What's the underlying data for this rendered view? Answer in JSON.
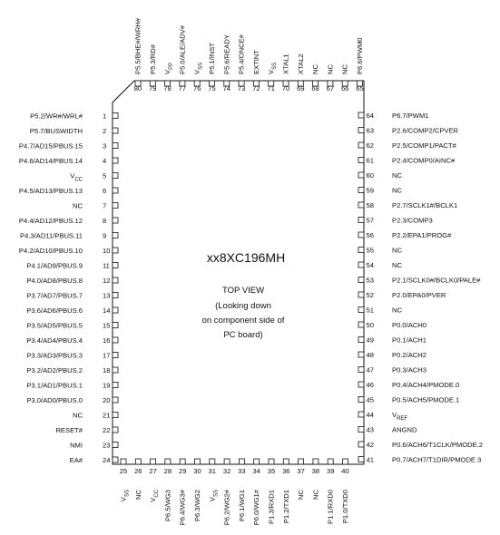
{
  "chip": {
    "part_name": "xx8XC196MH",
    "view_lines": [
      "TOP VIEW",
      "(Looking down",
      "on component side of",
      "PC board)"
    ]
  },
  "pins": {
    "left": [
      {
        "num": "1",
        "label": "P5.2/WR#/WRL#"
      },
      {
        "num": "2",
        "label": "P5.7/BUSWIDTH"
      },
      {
        "num": "3",
        "label": "P4.7/AD15/PBUS.15"
      },
      {
        "num": "4",
        "label": "P4.6/AD14/PBUS.14"
      },
      {
        "num": "5",
        "label": "VCC"
      },
      {
        "num": "6",
        "label": "P4.5/AD13/PBUS.13"
      },
      {
        "num": "7",
        "label": "NC"
      },
      {
        "num": "8",
        "label": "P4.4/AD12/PBUS.12"
      },
      {
        "num": "9",
        "label": "P4.3/AD11/PBUS.11"
      },
      {
        "num": "10",
        "label": "P4.2/AD10/PBUS.10"
      },
      {
        "num": "11",
        "label": "P4.1/AD9/PBUS.9"
      },
      {
        "num": "12",
        "label": "P4.0/AD8/PBUS.8"
      },
      {
        "num": "13",
        "label": "P3.7/AD7/PBUS.7"
      },
      {
        "num": "14",
        "label": "P3.6/AD6/PBUS.6"
      },
      {
        "num": "15",
        "label": "P3.5/AD5/PBUS.5"
      },
      {
        "num": "16",
        "label": "P3.4/AD4/PBUS.4"
      },
      {
        "num": "17",
        "label": "P3.3/AD3/PBUS.3"
      },
      {
        "num": "18",
        "label": "P3.2/AD2/PBUS.2"
      },
      {
        "num": "19",
        "label": "P3.1/AD1/PBUS.1"
      },
      {
        "num": "20",
        "label": "P3.0/AD0/PBUS.0"
      },
      {
        "num": "21",
        "label": "NC"
      },
      {
        "num": "22",
        "label": "RESET#"
      },
      {
        "num": "23",
        "label": "NMI"
      },
      {
        "num": "24",
        "label": "EA#"
      }
    ],
    "bottom": [
      {
        "num": "25",
        "label": "VSS"
      },
      {
        "num": "26",
        "label": "NC"
      },
      {
        "num": "27",
        "label": "VCC"
      },
      {
        "num": "28",
        "label": "P6.5/WG3"
      },
      {
        "num": "29",
        "label": "P6.4/WG3#"
      },
      {
        "num": "30",
        "label": "P6.3/WG2"
      },
      {
        "num": "31",
        "label": "VSS"
      },
      {
        "num": "32",
        "label": "P6.2/WG2#"
      },
      {
        "num": "33",
        "label": "P6.1/WG1"
      },
      {
        "num": "34",
        "label": "P6.0/WG1#"
      },
      {
        "num": "35",
        "label": "P1.3/RXD1"
      },
      {
        "num": "36",
        "label": "P1.2/TXD1"
      },
      {
        "num": "37",
        "label": "NC"
      },
      {
        "num": "38",
        "label": "NC"
      },
      {
        "num": "39",
        "label": "P1.1/RXD0"
      },
      {
        "num": "40",
        "label": "P1.0/TXD0"
      }
    ],
    "right": [
      {
        "num": "64",
        "label": "P6.7/PWM1"
      },
      {
        "num": "63",
        "label": "P2.6/COMP2/CPVER"
      },
      {
        "num": "62",
        "label": "P2.5/COMP1/PACT#"
      },
      {
        "num": "61",
        "label": "P2.4/COMP0/AINC#"
      },
      {
        "num": "60",
        "label": "NC"
      },
      {
        "num": "59",
        "label": "NC"
      },
      {
        "num": "58",
        "label": "P2.7/SCLK1#/BCLK1"
      },
      {
        "num": "57",
        "label": "P2.3/COMP3"
      },
      {
        "num": "56",
        "label": "P2.2/EPA1/PROG#"
      },
      {
        "num": "55",
        "label": "NC"
      },
      {
        "num": "54",
        "label": "NC"
      },
      {
        "num": "53",
        "label": "P2.1/SCLK0#/BCLK0/PALE#"
      },
      {
        "num": "52",
        "label": "P2.0/EPA0/PVER"
      },
      {
        "num": "51",
        "label": "NC"
      },
      {
        "num": "50",
        "label": "P0.0/ACH0"
      },
      {
        "num": "49",
        "label": "P0.1/ACH1"
      },
      {
        "num": "48",
        "label": "P0.2/ACH2"
      },
      {
        "num": "47",
        "label": "P0.3/ACH3"
      },
      {
        "num": "46",
        "label": "P0.4/ACH4/PMODE.0"
      },
      {
        "num": "45",
        "label": "P0.5/ACH5/PMODE.1"
      },
      {
        "num": "44",
        "label": "VREF"
      },
      {
        "num": "43",
        "label": "ANGND"
      },
      {
        "num": "42",
        "label": "P0.6/ACH6/T1CLK/PMODE.2"
      },
      {
        "num": "41",
        "label": "P0.7/ACH7/T1DIR/PMODE.3"
      }
    ],
    "top": [
      {
        "num": "80",
        "label": "P5.5/BHE#/WRH#"
      },
      {
        "num": "79",
        "label": "P5.3/RD#"
      },
      {
        "num": "78",
        "label": "VPP"
      },
      {
        "num": "77",
        "label": "P5.0/ALE/ADV#"
      },
      {
        "num": "76",
        "label": "VSS"
      },
      {
        "num": "75",
        "label": "P5.1/INST"
      },
      {
        "num": "74",
        "label": "P5.6/READY"
      },
      {
        "num": "73",
        "label": "P5.4/ONCE#"
      },
      {
        "num": "72",
        "label": "EXTINT"
      },
      {
        "num": "71",
        "label": "VSS"
      },
      {
        "num": "70",
        "label": "XTAL1"
      },
      {
        "num": "69",
        "label": "XTAL2"
      },
      {
        "num": "68",
        "label": "NC"
      },
      {
        "num": "67",
        "label": "NC"
      },
      {
        "num": "66",
        "label": "NC"
      },
      {
        "num": "65",
        "label": "P6.6/PWM0"
      }
    ]
  }
}
